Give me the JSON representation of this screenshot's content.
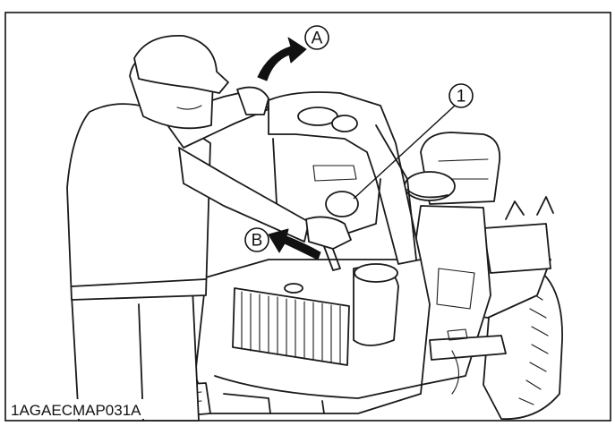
{
  "figure": {
    "callouts": [
      {
        "id": "A",
        "label": "A"
      },
      {
        "id": "B",
        "label": "B"
      },
      {
        "id": "1",
        "label": "1"
      }
    ],
    "figure_id": "1AGAECMAP031A"
  }
}
